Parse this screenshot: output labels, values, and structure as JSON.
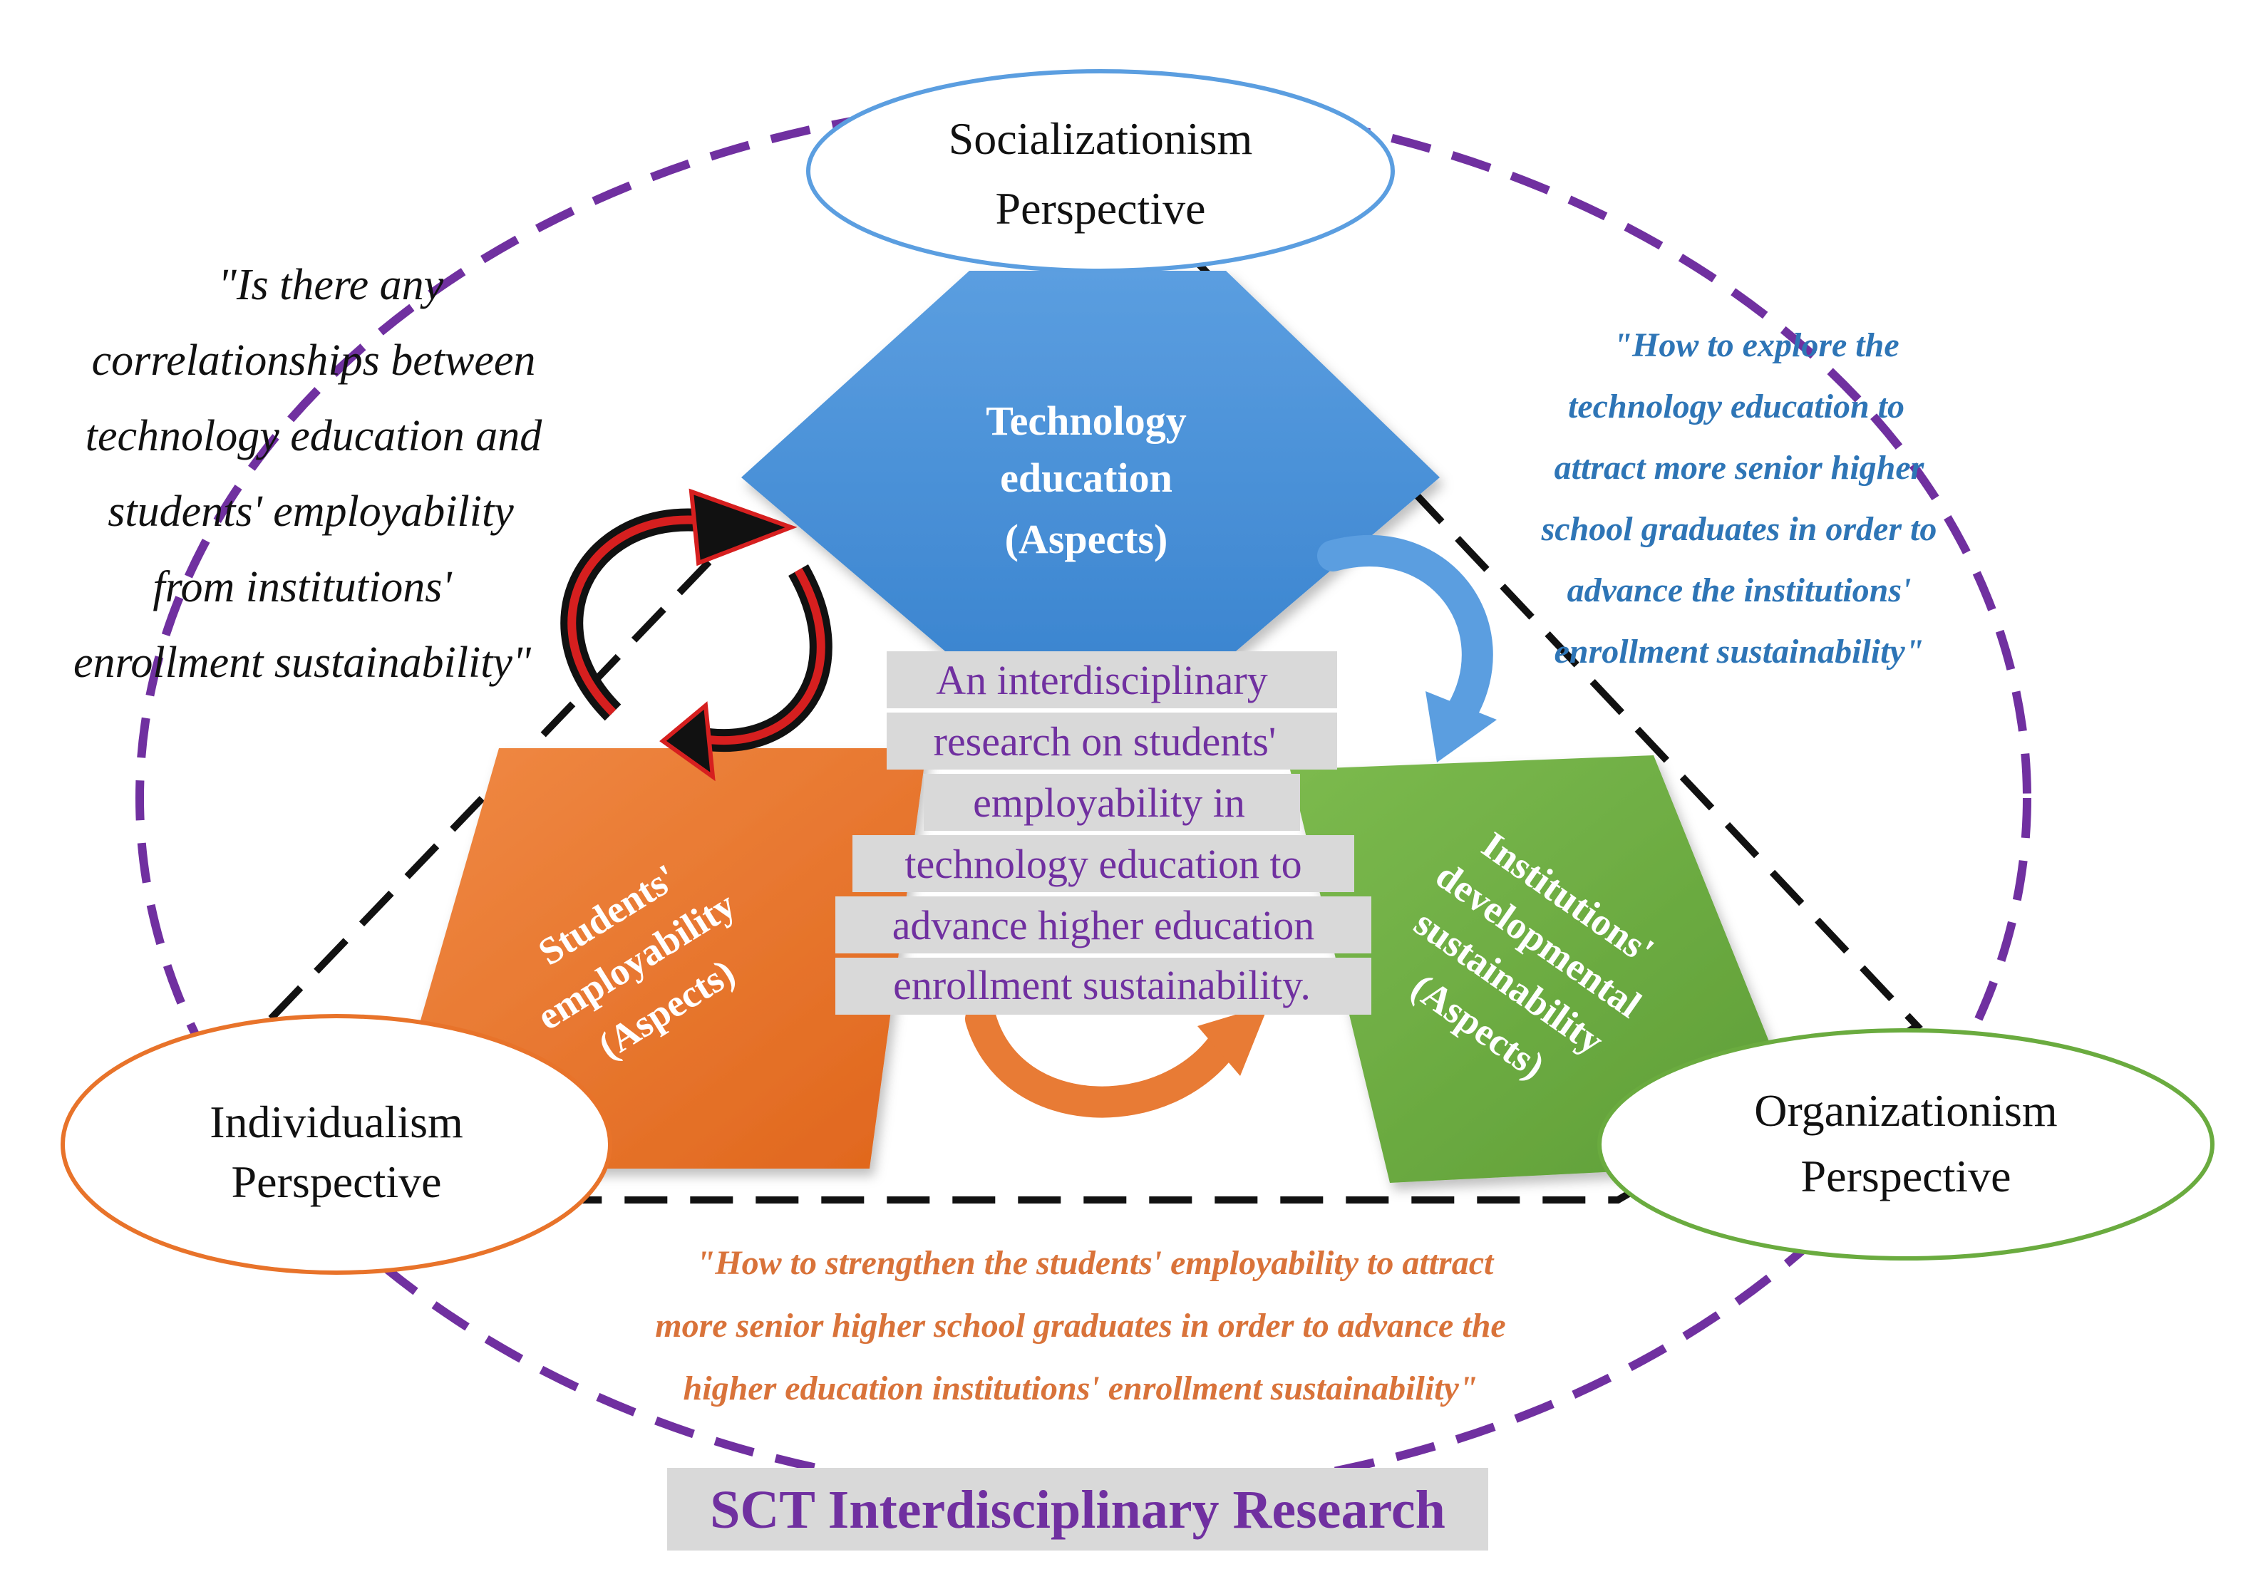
{
  "nodes": {
    "socialization": {
      "line1": "Socializationism",
      "line2": "Perspective"
    },
    "individualism": {
      "line1": "Individualism",
      "line2": "Perspective"
    },
    "organization": {
      "line1": "Organizationism",
      "line2": "Perspective"
    },
    "technology": {
      "line1": "Technology",
      "line2": "education",
      "line3": "(Aspects)"
    },
    "students": {
      "line1": "Students'",
      "line2": "employability",
      "line3": "(Aspects)"
    },
    "institutions": {
      "line1": "Institutions'",
      "line2": "developmental",
      "line3": "sustainability",
      "line4": "(Aspects)"
    }
  },
  "center": {
    "lines": [
      "An interdisciplinary",
      "research on students'",
      "employability in",
      "technology education to",
      "advance higher education",
      "enrollment sustainability."
    ]
  },
  "questions": {
    "left": [
      "\"Is there any",
      "correlationships between",
      "technology education and",
      "students' employability",
      "from institutions'",
      "enrollment sustainability\""
    ],
    "right": [
      "\"How to explore the",
      "technology education to",
      "attract more senior higher",
      "school graduates in order to",
      "advance the institutions'",
      "enrollment sustainability\""
    ],
    "bottom": [
      "\"How to strengthen the students' employability to attract",
      "more senior higher school graduates in order to advance the",
      "higher education institutions' enrollment sustainability\""
    ]
  },
  "footer": {
    "title": "SCT Interdisciplinary Research"
  },
  "colors": {
    "purple": "#7030a0",
    "blue": "#4a90d9",
    "orange": "#e8732a",
    "green": "#6aab3f",
    "dark_blue_text": "#2e75b6",
    "orange_text": "#d9733a",
    "label_bg": "#d9d9d9"
  }
}
